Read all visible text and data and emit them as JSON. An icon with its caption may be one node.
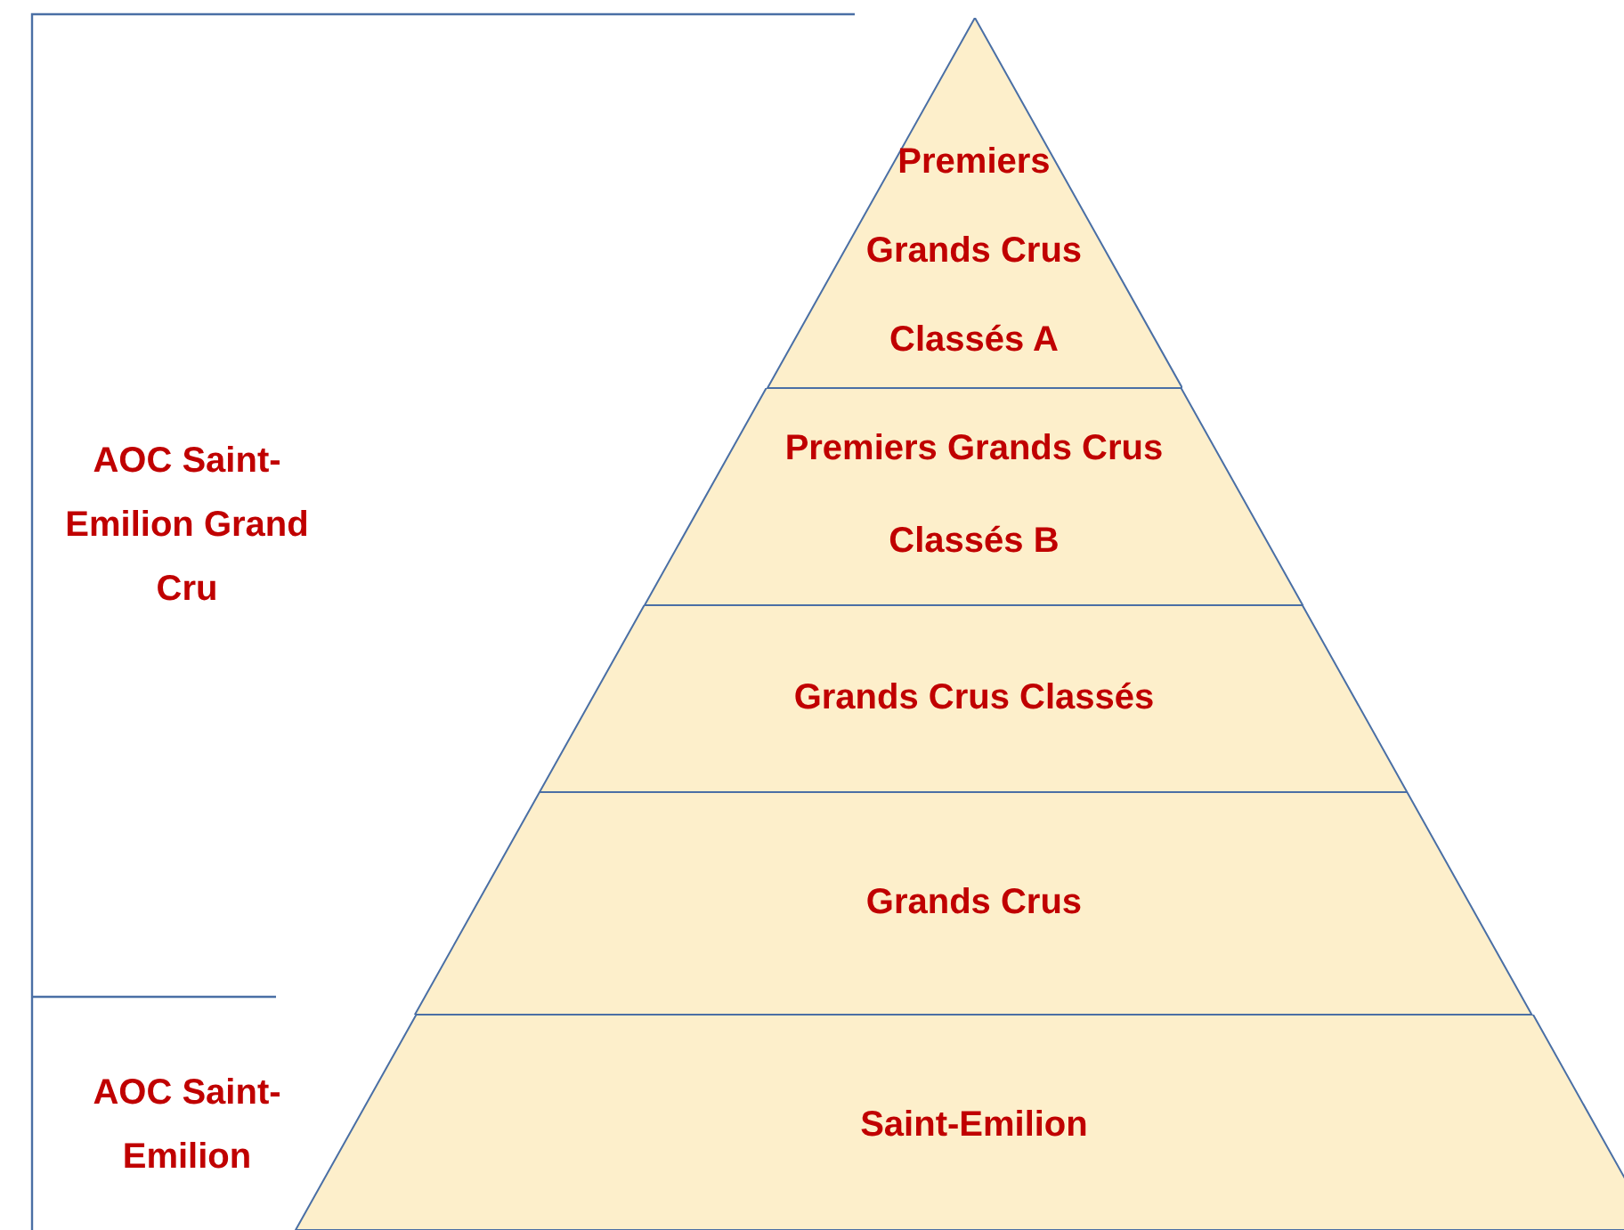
{
  "diagram": {
    "nodes": [
      {
        "text": [
          "Premiers Grands Crus Classés A"
        ]
      },
      {
        "text": [
          "Premiers Grands Crus Classés B"
        ]
      },
      {
        "text": [
          "Grands Crus Classés"
        ]
      },
      {
        "text": [
          "Grands Crus"
        ]
      },
      {
        "text": [
          "Saint-Emilion"
        ]
      }
    ],
    "labels": [
      "AOC Saint-Emilion Grand Cru",
      "AOC Saint-Emilion"
    ]
  }
}
